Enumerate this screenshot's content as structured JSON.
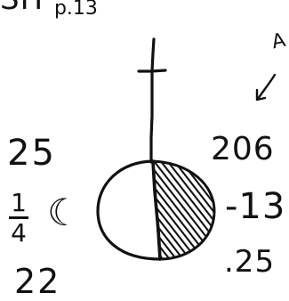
{
  "note": {
    "header_main": "SH",
    "header_page": "p.13",
    "corner": "A"
  },
  "planet": {
    "symbol": "☾"
  },
  "values": {
    "left_upper": "25",
    "left_lower": "22",
    "right_upper": "206",
    "right_middle": "-13",
    "right_lower": ".25",
    "fraction_numerator": "1",
    "fraction_denominator": "4"
  },
  "colors": {
    "ink": "#111111",
    "paper": "#ffffff"
  }
}
